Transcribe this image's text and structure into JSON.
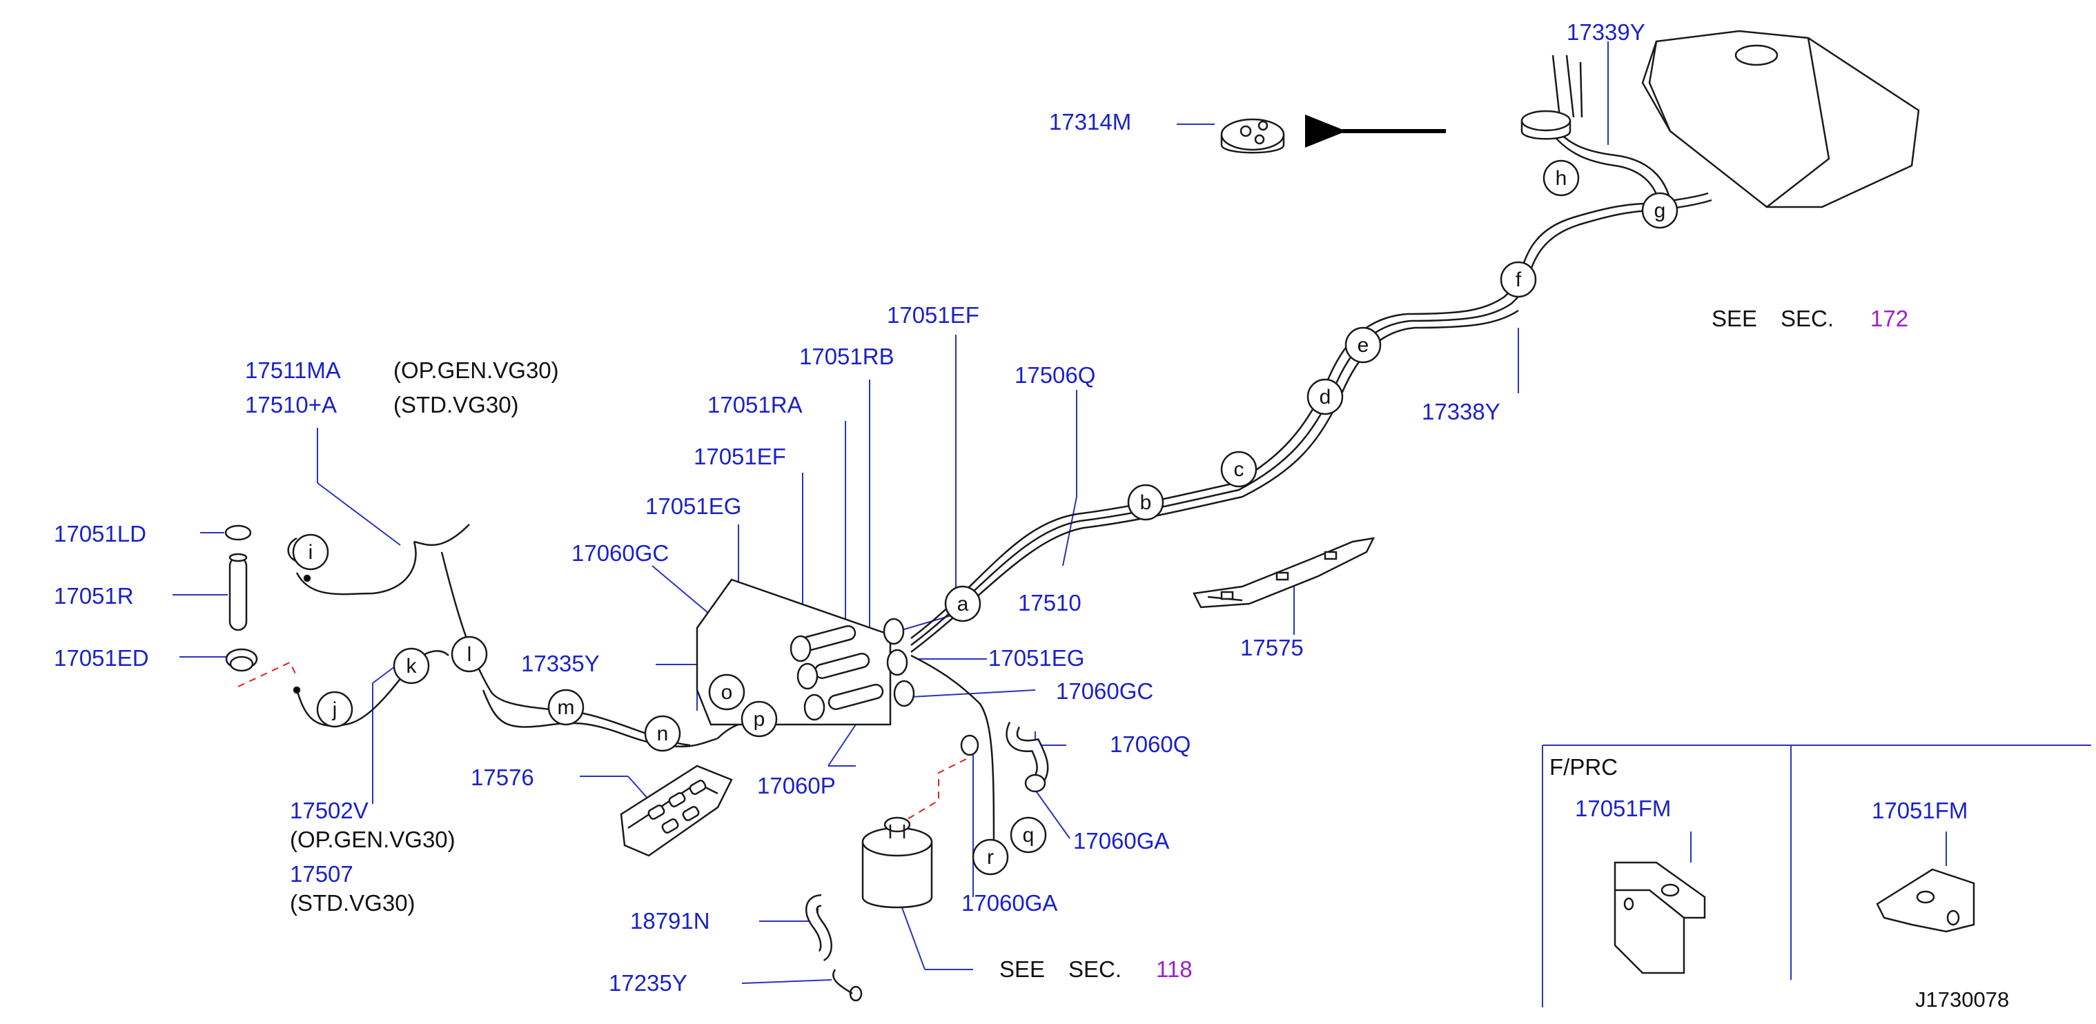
{
  "diagram": {
    "diagram_id": "J1730078",
    "colors": {
      "part_number": "#1a22c8",
      "section_link": "#9a1fd0",
      "line": "#1a1a1a",
      "callout_line": "#2a33c0",
      "dashed": "#e02020"
    },
    "parts": {
      "p17314M": "17314M",
      "p17339Y": "17339Y",
      "p17338Y": "17338Y",
      "p17511MA": "17511MA",
      "p17510A": "17510+A",
      "p17051LD": "17051LD",
      "p17051R": "17051R",
      "p17051ED": "17051ED",
      "p17051EF_top": "17051EF",
      "p17051RB": "17051RB",
      "p17051RA": "17051RA",
      "p17051EF": "17051EF",
      "p17051EG_left": "17051EG",
      "p17060GC_left": "17060GC",
      "p17506Q": "17506Q",
      "p17510": "17510",
      "p17575": "17575",
      "p17335Y": "17335Y",
      "p17051EG": "17051EG",
      "p17060GC": "17060GC",
      "p17060Q": "17060Q",
      "p17060GA_right": "17060GA",
      "p17060GA": "17060GA",
      "p17060P": "17060P",
      "p17576": "17576",
      "p17502V": "17502V",
      "p17507": "17507",
      "p18791N": "18791N",
      "p17235Y": "17235Y",
      "p17051FM_a": "17051FM",
      "p17051FM_b": "17051FM"
    },
    "notes": {
      "op_gen_1": "(OP.GEN.VG30)",
      "std_1": "(STD.VG30)",
      "op_gen_2": "(OP.GEN.VG30)",
      "std_2": "(STD.VG30)"
    },
    "see_sec": {
      "label_1": "SEE",
      "label_2": "SEC.",
      "sec_172": "172",
      "sec_118": "118"
    },
    "inset": {
      "title": "F/PRC"
    },
    "callouts": [
      "a",
      "b",
      "c",
      "d",
      "e",
      "f",
      "g",
      "h",
      "i",
      "j",
      "k",
      "l",
      "m",
      "n",
      "o",
      "p",
      "q",
      "r"
    ]
  }
}
